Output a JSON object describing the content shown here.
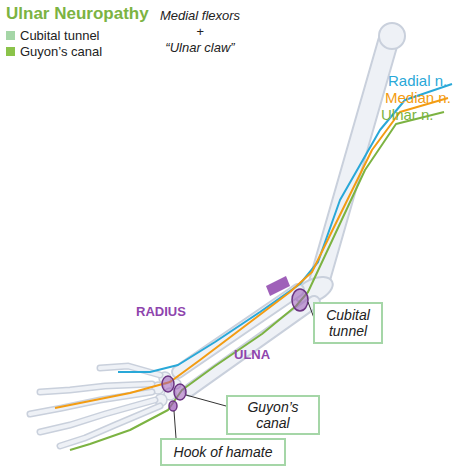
{
  "diagram": {
    "title": "Ulnar Neuropathy",
    "nodes": [
      {
        "text": [
          "Cubital tunnel"
        ]
      },
      {
        "text": [
          "Guyon’s canal"
        ]
      },
      {
        "text": [
          "Hook of hamate"
        ]
      }
    ],
    "labels": [
      "Medial flexors",
      "+",
      "“Ulnar claw”",
      "Radial n.",
      "Median n.",
      "Ulnar n.",
      "RADIUS",
      "ULNA"
    ],
    "legend": [
      {
        "text": "Cubital tunnel",
        "color": "#a5d6a7"
      },
      {
        "text": "Guyon’s canal",
        "color": "#8bc34a"
      }
    ]
  }
}
